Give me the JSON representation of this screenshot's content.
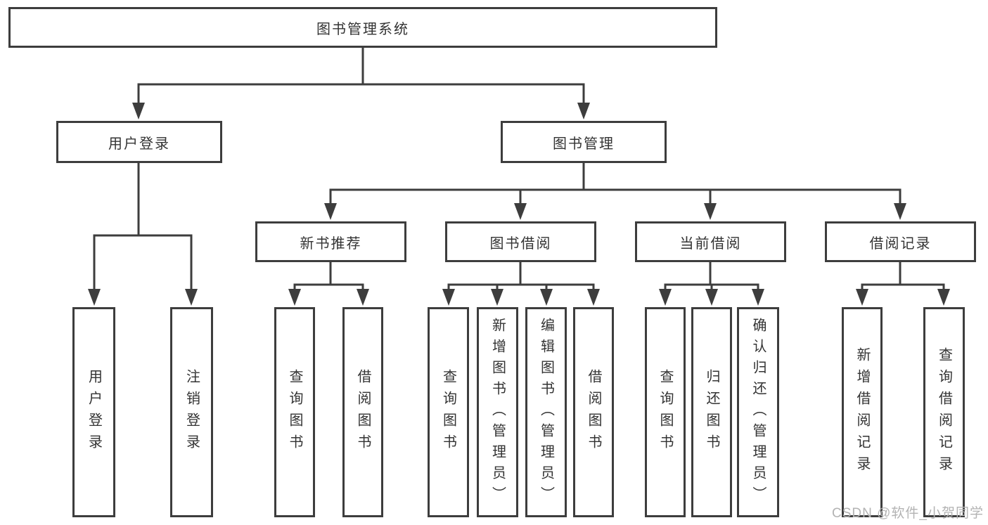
{
  "tree": {
    "root": {
      "label": "图书管理系统"
    },
    "branches": [
      {
        "label": "用户登录",
        "children": [
          {
            "label": "用户登录"
          },
          {
            "label": "注销登录"
          }
        ]
      },
      {
        "label": "图书管理",
        "groups": [
          {
            "label": "新书推荐",
            "children": [
              {
                "label": "查询图书"
              },
              {
                "label": "借阅图书"
              }
            ]
          },
          {
            "label": "图书借阅",
            "children": [
              {
                "label": "查询图书"
              },
              {
                "label": "新增图书（管理员）"
              },
              {
                "label": "编辑图书（管理员）"
              },
              {
                "label": "借阅图书"
              }
            ]
          },
          {
            "label": "当前借阅",
            "children": [
              {
                "label": "查询图书"
              },
              {
                "label": "归还图书"
              },
              {
                "label": "确认归还（管理员）"
              }
            ]
          },
          {
            "label": "借阅记录",
            "children": [
              {
                "label": "新增借阅记录"
              },
              {
                "label": "查询借阅记录"
              }
            ]
          }
        ]
      }
    ]
  },
  "watermark": "CSDN @软件_小贺同学",
  "colors": {
    "line": "#3d3d3d",
    "text": "#333333",
    "watermark": "#b3b3b3",
    "background": "#ffffff"
  }
}
